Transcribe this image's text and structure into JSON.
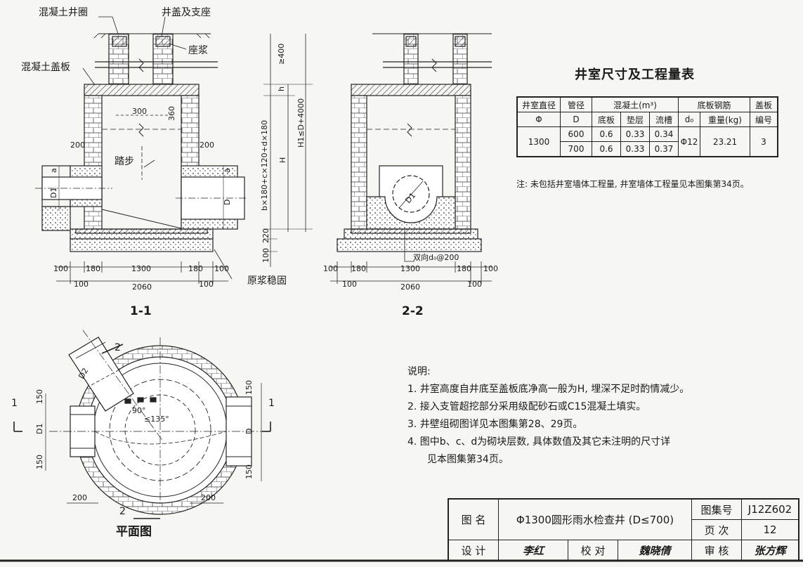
{
  "labels": {
    "ring": "混凝土井圈",
    "cover": "井盖及支座",
    "mortar": "座浆",
    "slab": "混凝土盖板",
    "step": "踏步",
    "grout": "原浆稳固",
    "rebar": "双向d₀@200"
  },
  "dims": {
    "d300": "300",
    "d360": "360",
    "d200": "200",
    "d100": "100",
    "d180": "180",
    "d1300": "1300",
    "d2060": "2060",
    "d220": "220",
    "d400": "≥400",
    "dh": "h",
    "dH": "H",
    "dH1": "H1≤D+4000",
    "dbcd": "b×180+c×120+d×180",
    "da": "a",
    "dD": "D",
    "dD1": "D1",
    "dD2": "D2",
    "d150": "150",
    "d90": "90°",
    "d135": "≤135°"
  },
  "sections": {
    "s11": "1-1",
    "s22": "2-2",
    "plan": "平面图",
    "m1": "1",
    "m2": "2"
  },
  "table": {
    "title": "井室尺寸及工程量表",
    "h_dia": "井室直径",
    "h_pipe": "管径",
    "h_conc": "混凝土(m³)",
    "h_rebar": "底板钢筋",
    "h_cover": "盖板",
    "s_phi": "Φ",
    "s_D": "D",
    "s_base": "底板",
    "s_cushion": "垫层",
    "s_trough": "流槽",
    "s_d0": "d₀",
    "s_weight": "重量(kg)",
    "s_no": "编号",
    "dia": "1300",
    "rebar_d": "Φ12",
    "rebar_w": "23.21",
    "cover_no": "3",
    "rows": [
      {
        "D": "600",
        "base": "0.6",
        "cushion": "0.33",
        "trough": "0.34"
      },
      {
        "D": "700",
        "base": "0.6",
        "cushion": "0.33",
        "trough": "0.37"
      }
    ],
    "note": "注: 未包括井室墙体工程量, 井室墙体工程量见本图集第34页。"
  },
  "notes": {
    "head": "说明:",
    "n1": "1. 井室高度自井底至盖板底净高一般为H, 埋深不足时酌情减少。",
    "n2": "2. 接入支管超挖部分采用级配砂石或C15混凝土填实。",
    "n3": "3. 井壁组砌图详见本图集第28、29页。",
    "n4a": "4. 图中b、c、d为砌块层数, 具体数值及其它未注明的尺寸详",
    "n4b": "见本图集第34页。"
  },
  "titleblock": {
    "name_label": "图 名",
    "name": "Φ1300圆形雨水检查井 (D≤700)",
    "atlas_label": "图集号",
    "atlas": "J12Z602",
    "page_label": "页 次",
    "page": "12",
    "design_label": "设 计",
    "design_sig": "李红",
    "check_label": "校 对",
    "check_sig": "魏晓倩",
    "review_label": "审 核",
    "review_sig": "张方辉"
  }
}
